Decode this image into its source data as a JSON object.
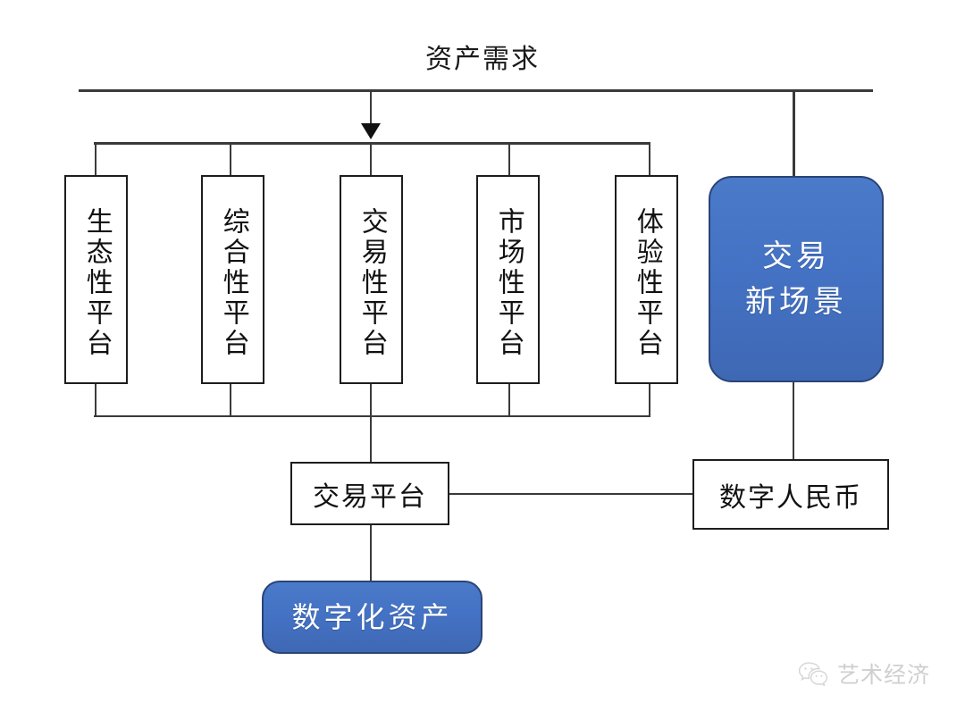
{
  "diagram": {
    "title": "资产需求",
    "platforms": [
      {
        "label": "生态性平台"
      },
      {
        "label": "综合性平台"
      },
      {
        "label": "交易性平台"
      },
      {
        "label": "市场性平台"
      },
      {
        "label": "体验性平台"
      }
    ],
    "scenario_box": {
      "line1": "交易",
      "line2": "新场景"
    },
    "trading_platform": "交易平台",
    "digital_rmb": "数字人民币",
    "digital_asset": "数字化资产"
  },
  "watermark": {
    "text": "艺术经济",
    "icon": "wechat-icon"
  },
  "colors": {
    "accent_blue": "#4472C4",
    "blue_border": "#2A4476",
    "line": "#3A3A3A",
    "box_border": "#1D1D1D",
    "text": "#111111"
  }
}
